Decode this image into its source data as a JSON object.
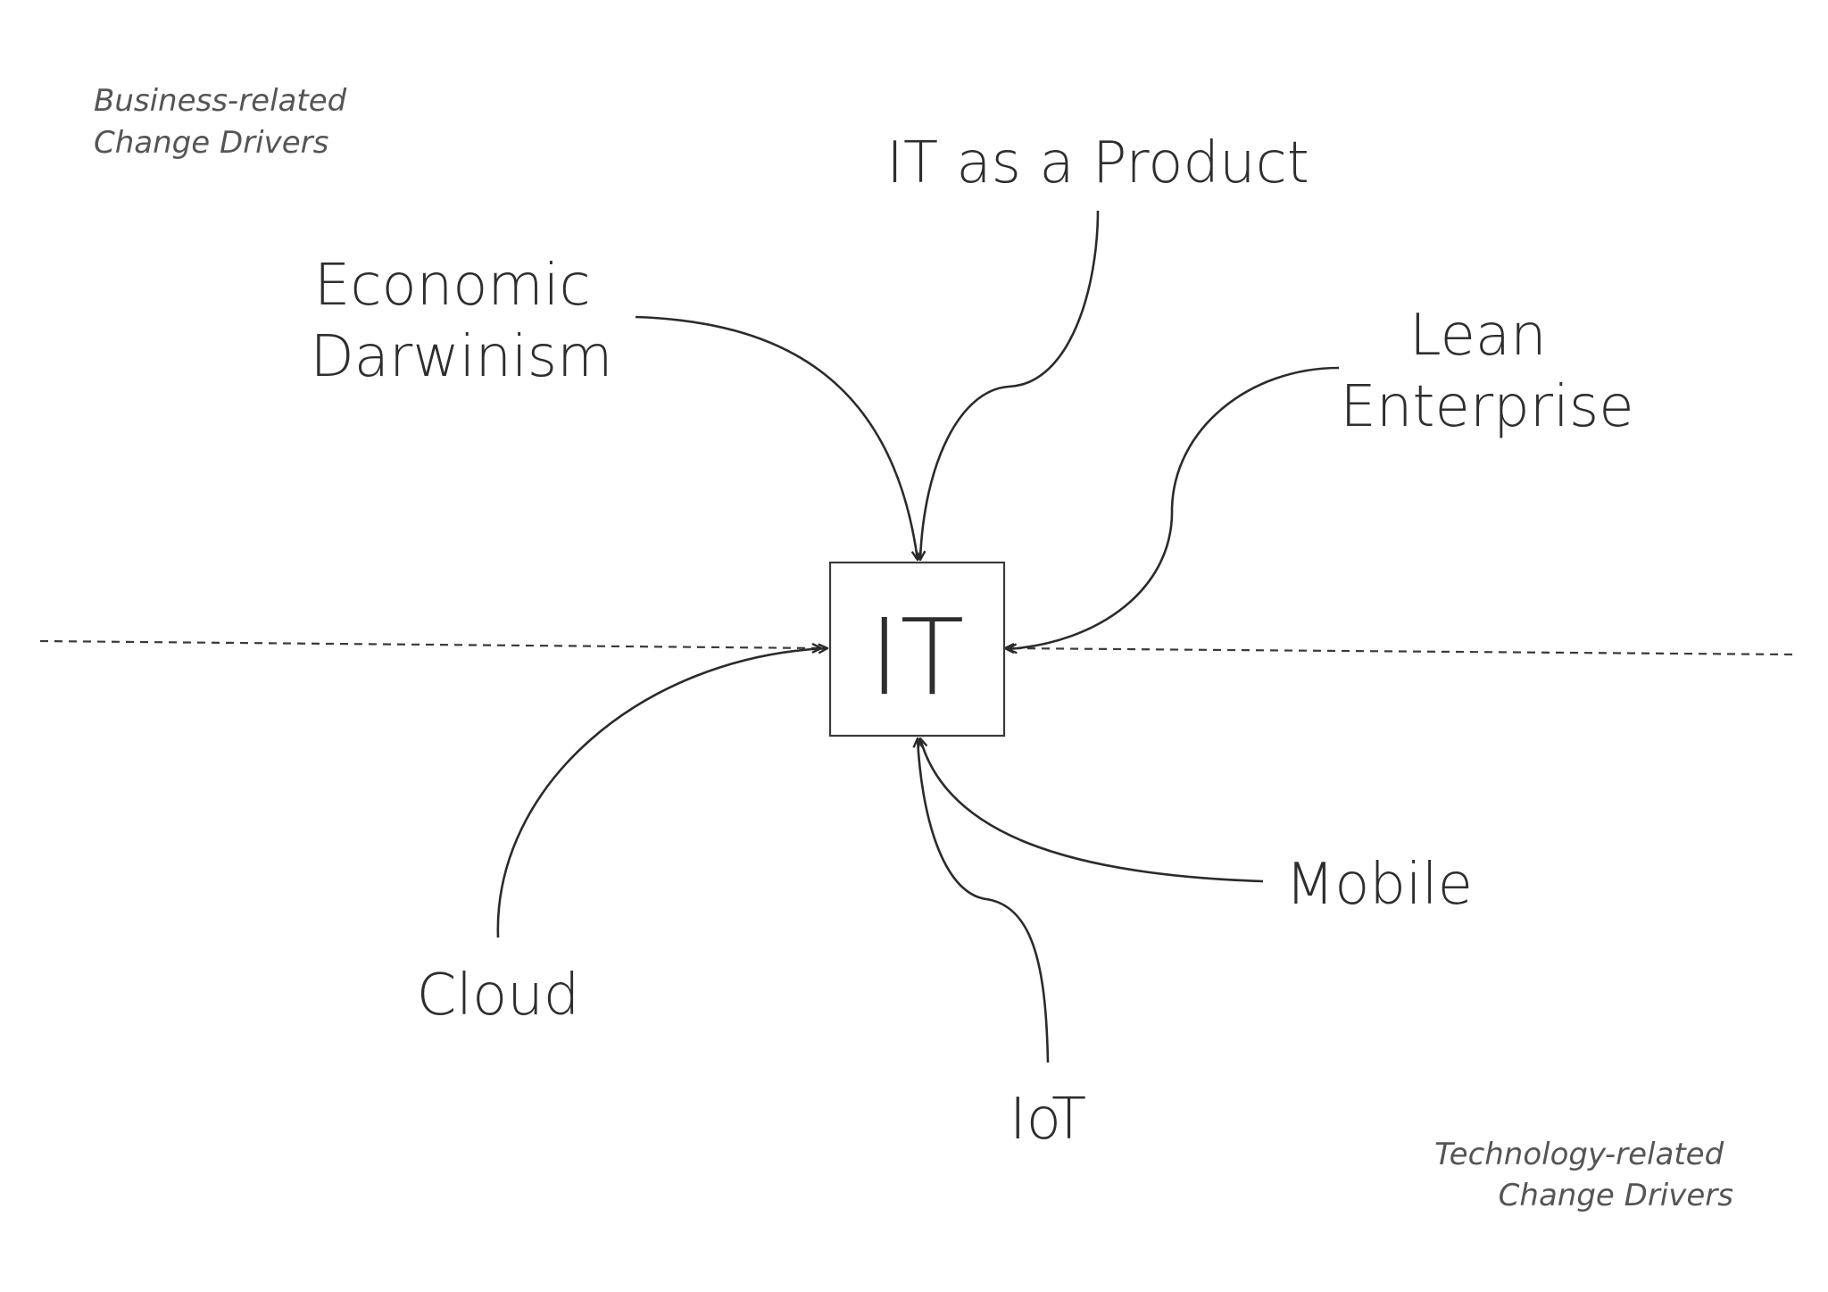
{
  "zones": {
    "business": {
      "line1": "Business-related",
      "line2": "Change Drivers"
    },
    "technology": {
      "line1": "Technology-related",
      "line2": "Change Drivers"
    }
  },
  "center": {
    "label": "IT"
  },
  "drivers": {
    "it_as_a_product": {
      "line1": "IT as a Product"
    },
    "economic_darwinism": {
      "line1": "Economic",
      "line2": "Darwinism"
    },
    "lean_enterprise": {
      "line1": "Lean",
      "line2": "Enterprise"
    },
    "cloud": {
      "line1": "Cloud"
    },
    "mobile": {
      "line1": "Mobile"
    },
    "iot": {
      "line1": "IoT"
    }
  }
}
